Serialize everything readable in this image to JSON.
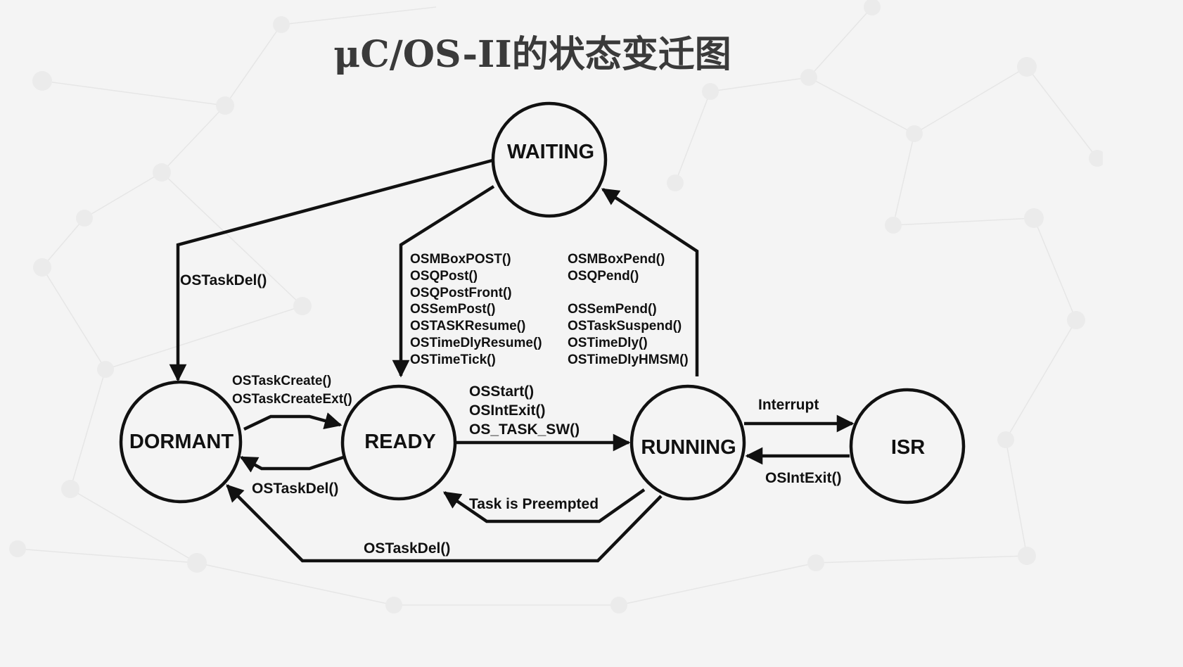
{
  "title": "μC/OS-II的状态变迁图",
  "states": {
    "waiting": "WAITING",
    "dormant": "DORMANT",
    "ready": "READY",
    "running": "RUNNING",
    "isr": "ISR"
  },
  "transitions": {
    "waiting_to_dormant": [
      "OSTaskDel()"
    ],
    "waiting_to_ready": [
      "OSMBoxPOST()",
      "OSQPost()",
      "OSQPostFront()",
      "OSSemPost()",
      "OSTASKResume()",
      "OSTimeDlyResume()",
      "OSTimeTick()"
    ],
    "running_to_waiting": [
      "OSMBoxPend()",
      "OSQPend()",
      "OSSemPend()",
      "OSTaskSuspend()",
      "OSTimeDly()",
      "OSTimeDlyHMSM()"
    ],
    "dormant_to_ready": [
      "OSTaskCreate()",
      "OSTaskCreateExt()"
    ],
    "ready_to_dormant": [
      "OSTaskDel()"
    ],
    "ready_to_running": [
      "OSStart()",
      "OSIntExit()",
      "OS_TASK_SW()"
    ],
    "running_to_ready": [
      "Task is Preempted"
    ],
    "running_to_dormant": [
      "OSTaskDel()"
    ],
    "running_to_isr": [
      "Interrupt"
    ],
    "isr_to_running": [
      "OSIntExit()"
    ]
  }
}
